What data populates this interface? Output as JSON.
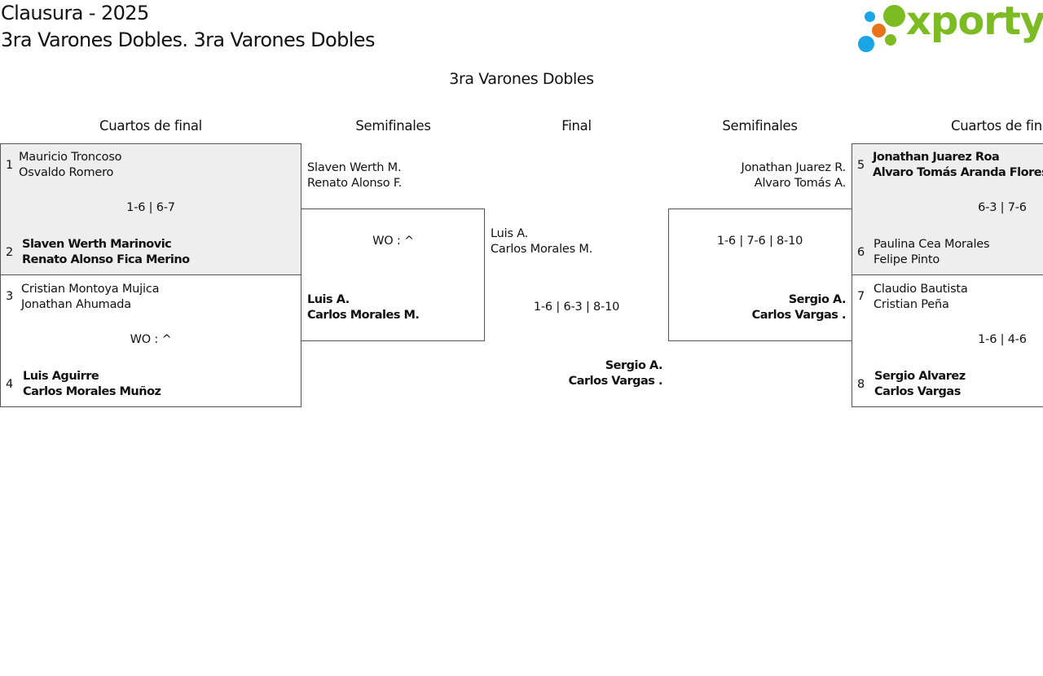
{
  "header": {
    "tournament": "Clausura - 2025",
    "category": "3ra Varones Dobles. 3ra Varones Dobles"
  },
  "logo": {
    "text": "xporty",
    "colors": [
      "#7cbb22",
      "#1aa6e6",
      "#e8731b"
    ]
  },
  "draw_title": "3ra Varones Dobles",
  "rounds": {
    "left_quarters": "Cuartos de final",
    "left_semis": "Semifinales",
    "final": "Final",
    "right_semis": "Semifinales",
    "right_quarters": "Cuartos de final"
  },
  "left_quarters": [
    {
      "top": {
        "seed": "1",
        "p1": "Mauricio Troncoso",
        "p2": "Osvaldo Romero"
      },
      "score": "1-6 | 6-7",
      "bottom": {
        "seed": "2",
        "p1": "Slaven Werth Marinovic",
        "p2": "Renato Alonso Fica Merino"
      }
    },
    {
      "top": {
        "seed": "3",
        "p1": "Cristian Montoya Mujica",
        "p2": "Jonathan Ahumada"
      },
      "score": "WO : ^",
      "bottom": {
        "seed": "4",
        "p1": "Luis Aguirre",
        "p2": "Carlos Morales Muñoz"
      }
    }
  ],
  "left_semi": {
    "top": {
      "p1": "Slaven Werth M.",
      "p2": "Renato Alonso F."
    },
    "score": "WO : ^",
    "bottom": {
      "p1": "Luis A.",
      "p2": "Carlos Morales M."
    }
  },
  "final": {
    "top": {
      "p1": "Luis A.",
      "p2": "Carlos Morales M."
    },
    "score": "1-6 | 6-3 | 8-10",
    "bottom": {
      "p1": "Sergio A.",
      "p2": "Carlos Vargas ."
    }
  },
  "right_semi": {
    "top": {
      "p1": "Jonathan Juarez R.",
      "p2": "Alvaro Tomás A."
    },
    "score": "1-6 | 7-6 | 8-10",
    "bottom": {
      "p1": "Sergio A.",
      "p2": "Carlos Vargas ."
    }
  },
  "right_quarters": [
    {
      "top": {
        "seed": "5",
        "p1": "Jonathan Juarez Roa",
        "p2": "Alvaro Tomás Aranda Flores"
      },
      "score": "6-3 | 7-6",
      "bottom": {
        "seed": "6",
        "p1": "Paulina Cea Morales",
        "p2": "Felipe Pinto"
      }
    },
    {
      "top": {
        "seed": "7",
        "p1": "Claudio Bautista",
        "p2": "Cristian Peña"
      },
      "score": "1-6 | 4-6",
      "bottom": {
        "seed": "8",
        "p1": "Sergio Alvarez",
        "p2": "Carlos Vargas"
      }
    }
  ]
}
